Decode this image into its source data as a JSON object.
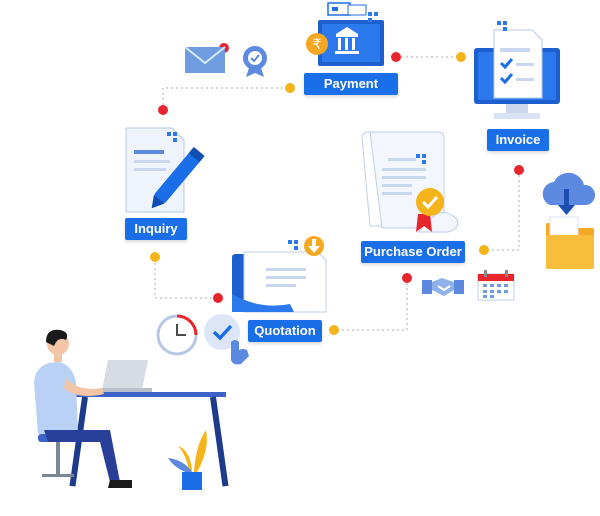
{
  "steps": {
    "payment": "Payment",
    "invoice": "Invoice",
    "inquiry": "Inquiry",
    "purchase_order": "Purchase Order",
    "quotation": "Quotation"
  },
  "icons": {
    "currency_symbol": "₹"
  },
  "colors": {
    "brand_blue": "#1a6fe8",
    "dot_red": "#e8242c",
    "dot_yellow": "#f4b41a"
  }
}
